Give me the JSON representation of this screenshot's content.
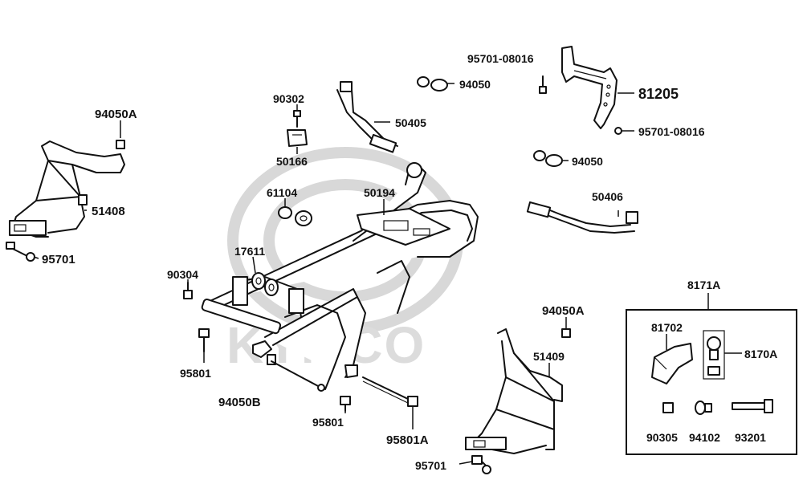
{
  "watermark": {
    "text": "KYMCO"
  },
  "kit_box": {
    "label": "8171A"
  },
  "labels": {
    "p94050A_left": "94050A",
    "p51408": "51408",
    "p95701_left": "95701",
    "p90302": "90302",
    "p50166": "50166",
    "p61104": "61104",
    "p50194": "50194",
    "p17611": "17611",
    "p90304": "90304",
    "p95801_left": "95801",
    "p94050B": "94050B",
    "p95801_mid": "95801",
    "p95801A": "95801A",
    "p50405": "50405",
    "p95701_08016_top": "95701-08016",
    "p94050_top": "94050",
    "p81205": "81205",
    "p95701_08016_right": "95701-08016",
    "p94050_mid": "94050",
    "p50406": "50406",
    "p94050A_right": "94050A",
    "p51409": "51409",
    "p95701_bottom": "95701",
    "p81702": "81702",
    "p8170A": "8170A",
    "p90305": "90305",
    "p94102": "94102",
    "p93201": "93201"
  }
}
